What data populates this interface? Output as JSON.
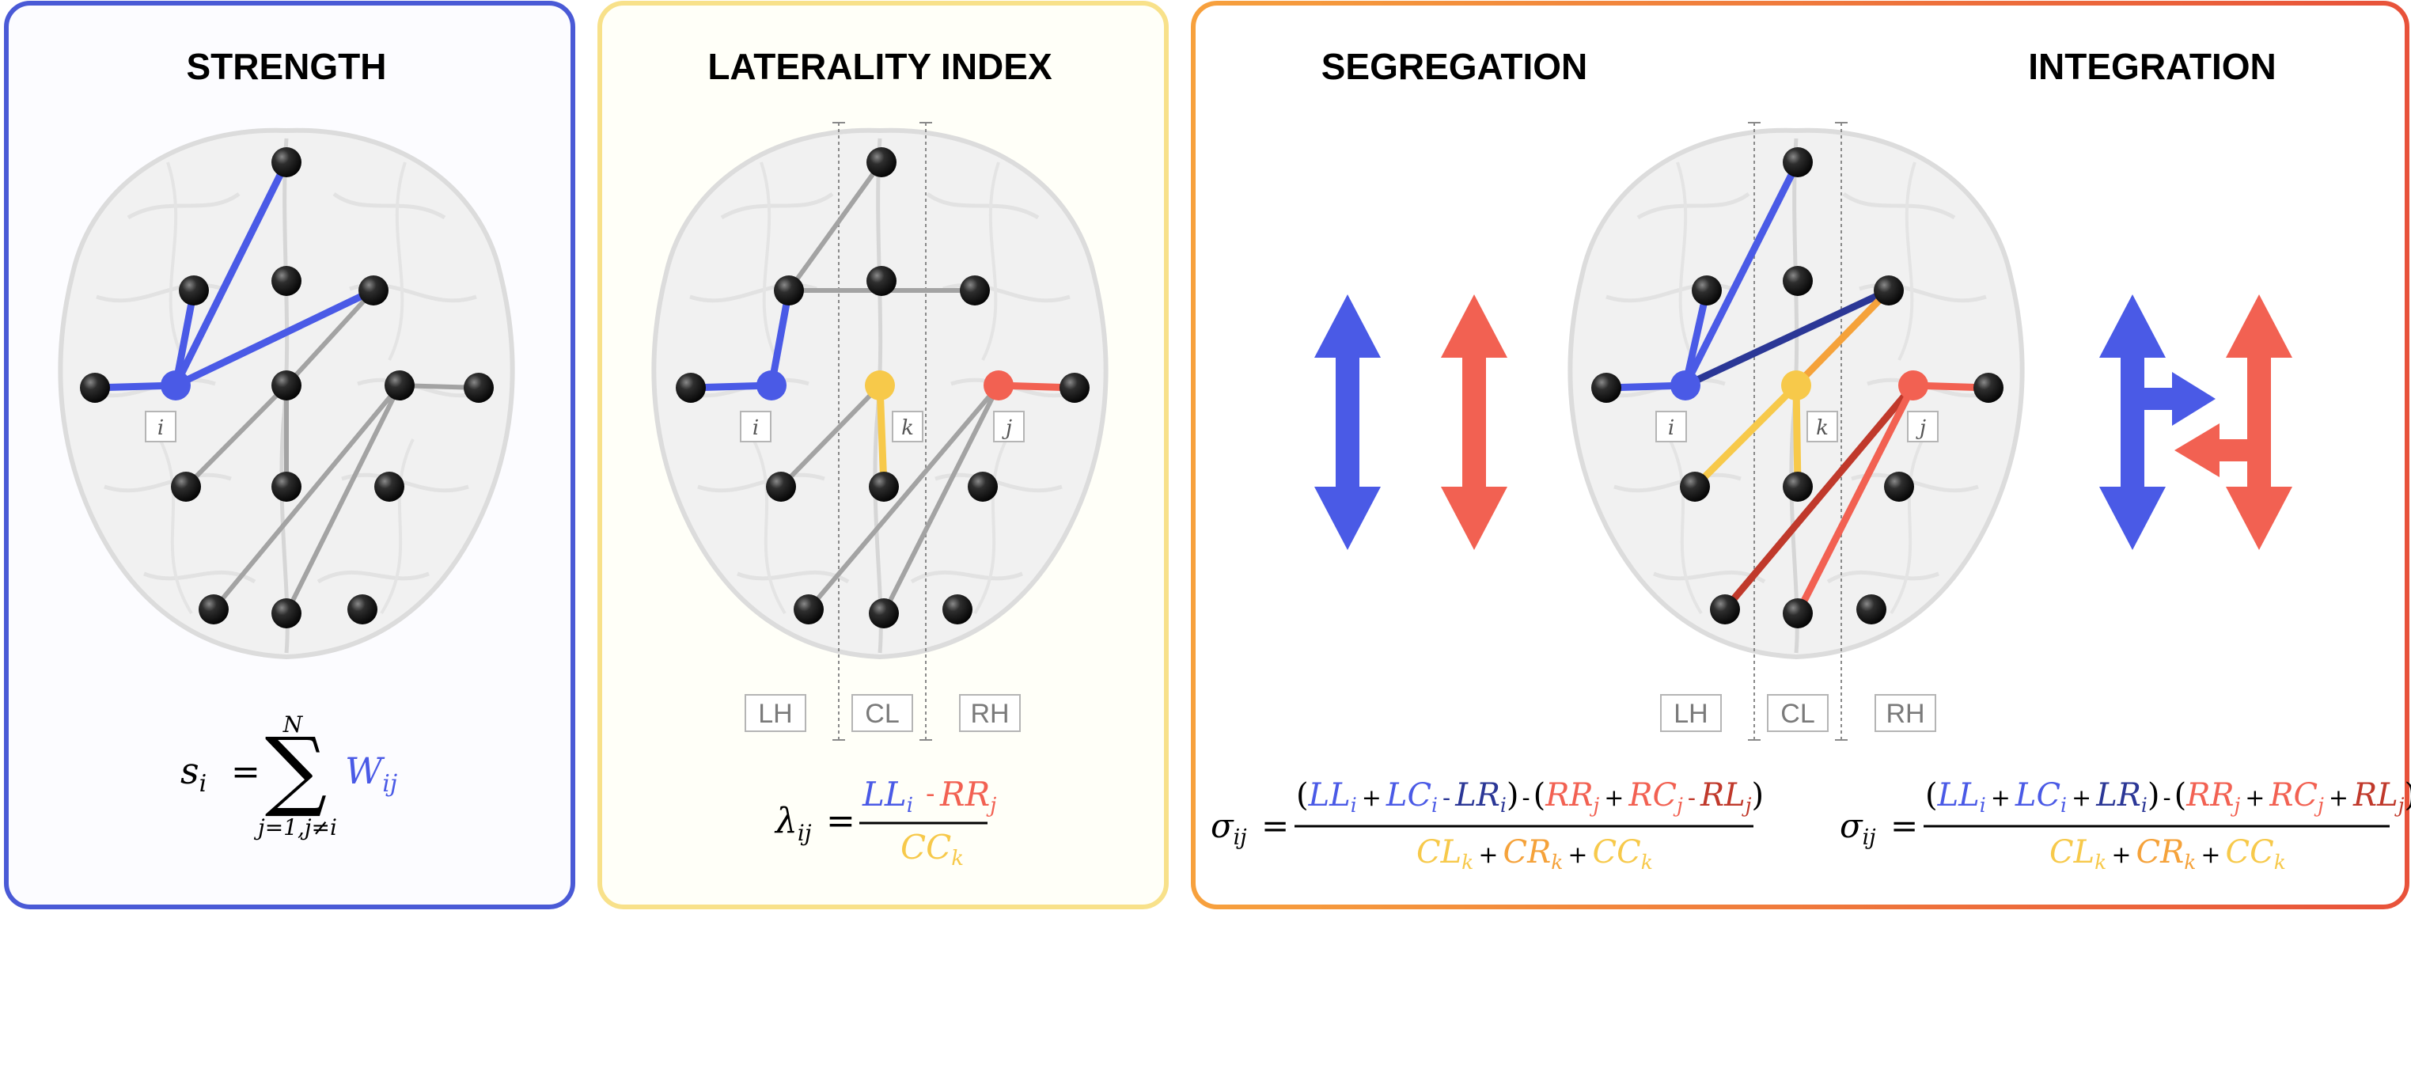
{
  "colors": {
    "blue": "#4a5ae6",
    "dark_blue": "#2b3796",
    "red": "#f26152",
    "dark_red": "#c0392b",
    "orange": "#f5a23a",
    "yellow": "#f7c94a",
    "gray_edge": "#a3a3a3",
    "panel1_border": "#4a5ad6",
    "panel2_border": "#f8e18a",
    "panel3_border_start": "#f7a13d",
    "panel3_border_end": "#e8523a"
  },
  "panels": {
    "strength": {
      "title": "STRENGTH",
      "node_label_i": "i",
      "formula": {
        "lhs": "s",
        "lhs_sub": "i",
        "eq": "=",
        "sum_top": "N",
        "sum_bottom": "j=1,j≠i",
        "term": "W",
        "term_sub": "ij"
      }
    },
    "laterality": {
      "title": "LATERALITY INDEX",
      "node_label_i": "i",
      "node_label_k": "k",
      "node_label_j": "j",
      "hemispheres": [
        "LH",
        "CL",
        "RH"
      ],
      "formula": {
        "lhs": "λ",
        "lhs_sub": "ij",
        "eq": "=",
        "num_a": "LL",
        "num_a_sub": "i",
        "minus": "-",
        "num_b": "RR",
        "num_b_sub": "j",
        "den": "CC",
        "den_sub": "k"
      }
    },
    "segregation": {
      "title": "SEGREGATION",
      "formula": {
        "lhs": "σ",
        "lhs_sub": "ij",
        "eq": "=",
        "n1": "LL",
        "n1s": "i",
        "op1": "+",
        "n2": "LC",
        "n2s": "i",
        "op2": "-",
        "n3": "LR",
        "n3s": "i",
        "mid": "-",
        "m1": "RR",
        "m1s": "j",
        "op3": "+",
        "m2": "RC",
        "m2s": "j",
        "op4": "-",
        "m3": "RL",
        "m3s": "j",
        "d1": "CL",
        "d1s": "k",
        "dop1": "+",
        "d2": "CR",
        "d2s": "k",
        "dop2": "+",
        "d3": "CC",
        "d3s": "k"
      }
    },
    "integration": {
      "title": "INTEGRATION",
      "node_label_i": "i",
      "node_label_k": "k",
      "node_label_j": "j",
      "hemispheres": [
        "LH",
        "CL",
        "RH"
      ],
      "formula": {
        "lhs": "σ",
        "lhs_sub": "ij",
        "eq": "=",
        "n1": "LL",
        "n1s": "i",
        "op1": "+",
        "n2": "LC",
        "n2s": "i",
        "op2": "+",
        "n3": "LR",
        "n3s": "i",
        "mid": "-",
        "m1": "RR",
        "m1s": "j",
        "op3": "+",
        "m2": "RC",
        "m2s": "j",
        "op4": "+",
        "m3": "RL",
        "m3s": "j",
        "d1": "CL",
        "d1s": "k",
        "dop1": "+",
        "d2": "CR",
        "d2s": "k",
        "dop2": "+",
        "d3": "CC",
        "d3s": "k"
      }
    }
  }
}
